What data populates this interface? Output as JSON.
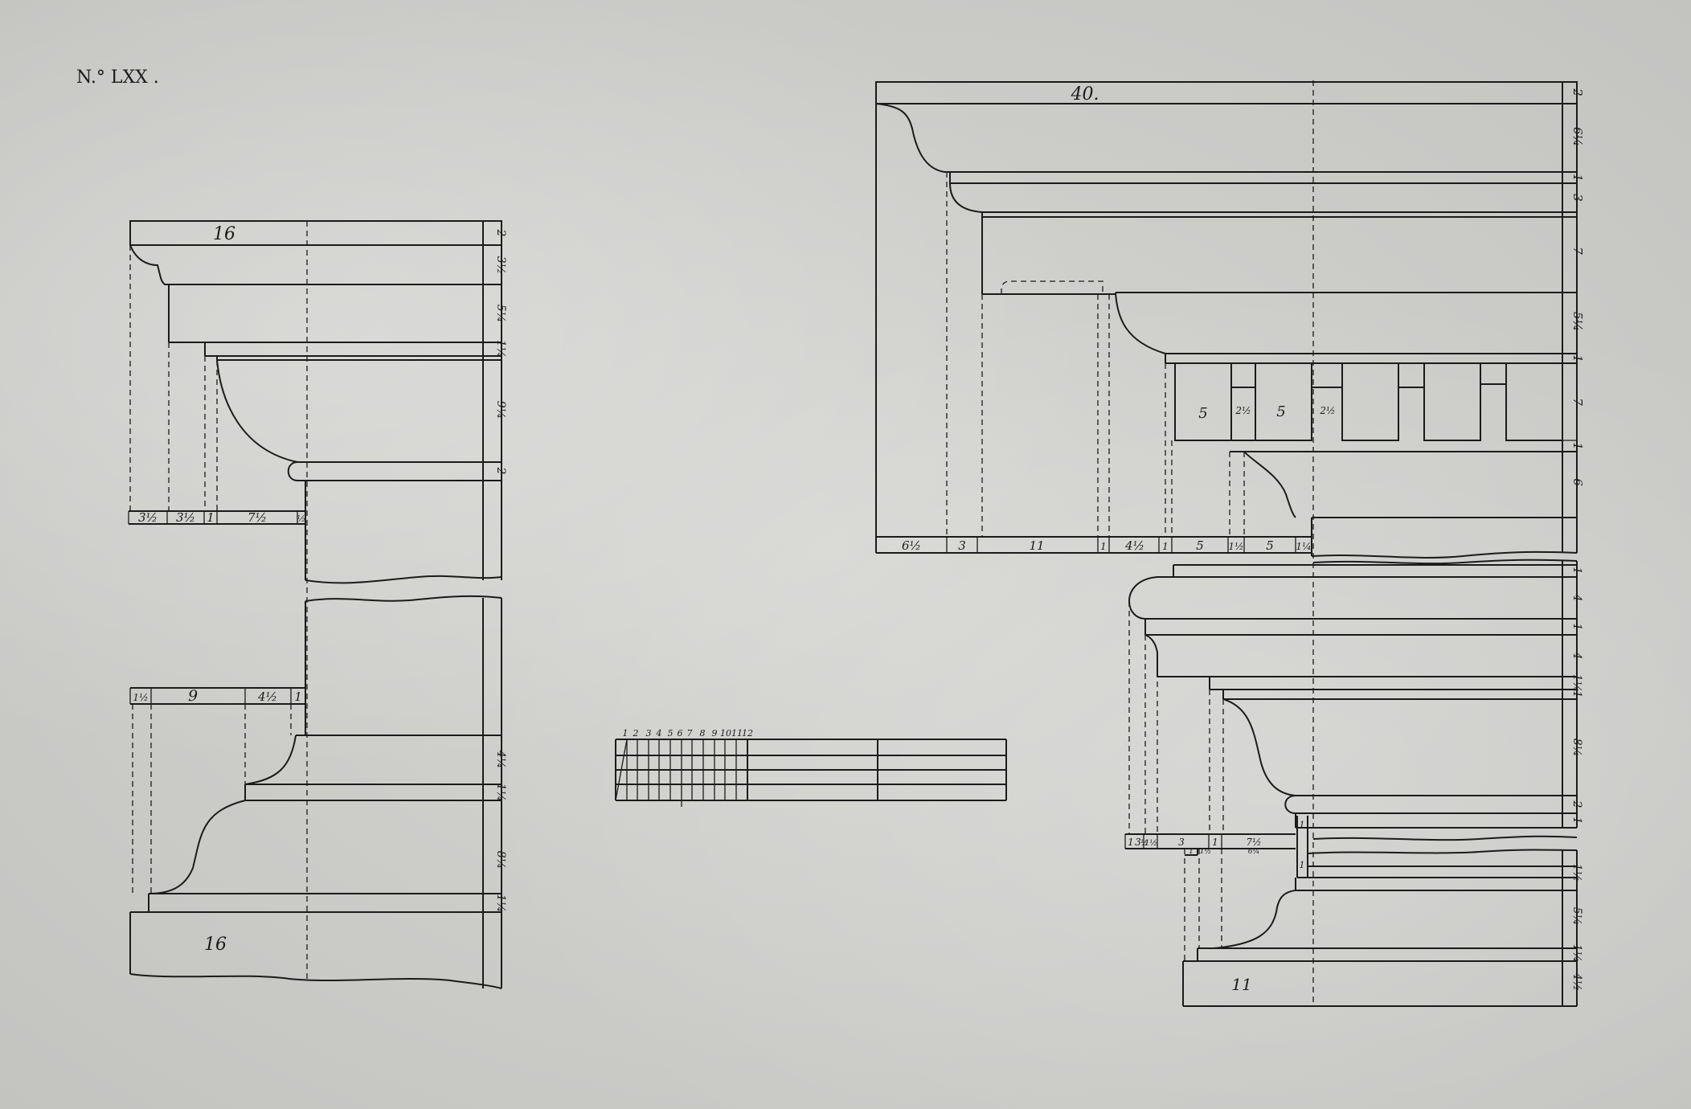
{
  "plate": {
    "number": "N.° LXX ."
  },
  "left_top": {
    "width_label": "16",
    "heights": [
      "2",
      "3½",
      "5¼",
      "1¼",
      "9¼",
      "2"
    ],
    "widths": [
      "3½",
      "3½",
      "1",
      "7½",
      "½"
    ]
  },
  "left_bottom": {
    "widths": [
      "1½",
      "9",
      "4½",
      "1"
    ],
    "heights": [
      "4¼",
      "1¼",
      "8¼",
      "1¼"
    ],
    "plinth_label": "16"
  },
  "scale": {
    "ticks": [
      "1",
      "2",
      "3",
      "4",
      "5",
      "6",
      "7",
      "8",
      "9",
      "10",
      "11",
      "12"
    ]
  },
  "right_top": {
    "width_label": "40.",
    "heights": [
      "2",
      "6¼",
      "1",
      "3",
      "7",
      "5¼",
      "1",
      "7",
      "1",
      "6"
    ],
    "widths": [
      "6½",
      "3",
      "11",
      "1",
      "4½",
      "1",
      "5",
      "1½",
      "5",
      "1¼"
    ],
    "dentils": [
      "5",
      "2½",
      "5",
      "2½"
    ]
  },
  "right_bottom": {
    "heights_upper": [
      "1",
      "4",
      "1",
      "4",
      "1¼",
      "1",
      "8¼",
      "2",
      "1"
    ],
    "widths": [
      "1",
      "3",
      "½",
      "1½",
      "3",
      "1",
      "7½"
    ],
    "sub_widths": [
      "1",
      "1½",
      "6¼"
    ],
    "side_marks": [
      "1",
      "1"
    ],
    "heights_lower": [
      "1½",
      "5¼",
      "1¼",
      "4½"
    ],
    "plinth_label": "11"
  }
}
